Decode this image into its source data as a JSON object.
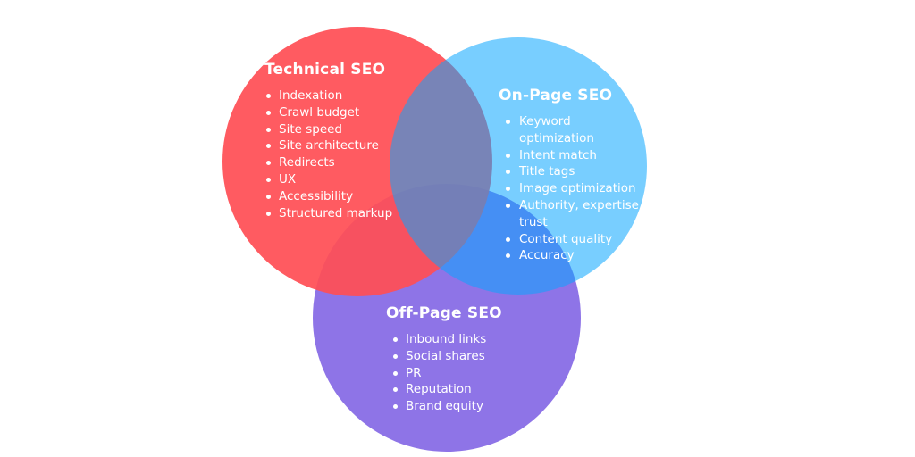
{
  "colors": {
    "technical": "#ff4f55",
    "on_page": "#0aa5ff",
    "off_page": "#8a70e6",
    "text": "#ffffff",
    "background": "#ffffff"
  },
  "technical": {
    "title": "Technical SEO",
    "items": [
      "Indexation",
      "Crawl budget",
      "Site speed",
      "Site architecture",
      "Redirects",
      "UX",
      "Accessibility",
      "Structured markup"
    ]
  },
  "on_page": {
    "title": "On-Page SEO",
    "items": [
      "Keyword optimization",
      "Intent match",
      "Title tags",
      "Image optimization",
      "Authority, expertise, trust",
      "Content quality",
      "Accuracy"
    ]
  },
  "off_page": {
    "title": "Off-Page SEO",
    "items": [
      "Inbound links",
      "Social shares",
      "PR",
      "Reputation",
      "Brand equity"
    ]
  }
}
